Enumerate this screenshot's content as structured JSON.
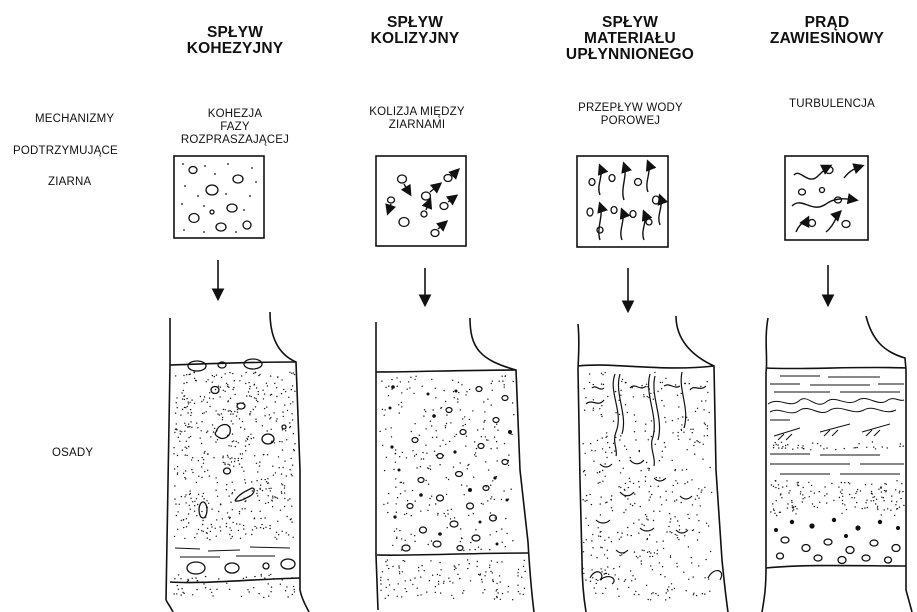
{
  "row_labels": {
    "mechanisms_1": "MECHANIZMY",
    "mechanisms_2": "PODTRZYMUJĄCE",
    "mechanisms_3": "ZIARNA",
    "deposits": "OSADY"
  },
  "columns": [
    {
      "title_lines": [
        "SPŁYW",
        "KOHEZYJNY"
      ],
      "mechanism_lines": [
        "KOHEZJA",
        "FAZY",
        "ROZPRASZAJĄCEJ"
      ]
    },
    {
      "title_lines": [
        "SPŁYW",
        "KOLIZYJNY"
      ],
      "mechanism_lines": [
        "KOLIZJA MIĘDZY",
        "ZIARNAMI"
      ]
    },
    {
      "title_lines": [
        "SPŁYW",
        "MATERIAŁU",
        "UPŁYNNIONEGO"
      ],
      "mechanism_lines": [
        "PRZEPŁYW WODY",
        "POROWEJ"
      ]
    },
    {
      "title_lines": [
        "PRĄD",
        "ZAWIESINOWY"
      ],
      "mechanism_lines": [
        "TURBULENCJA"
      ]
    }
  ]
}
